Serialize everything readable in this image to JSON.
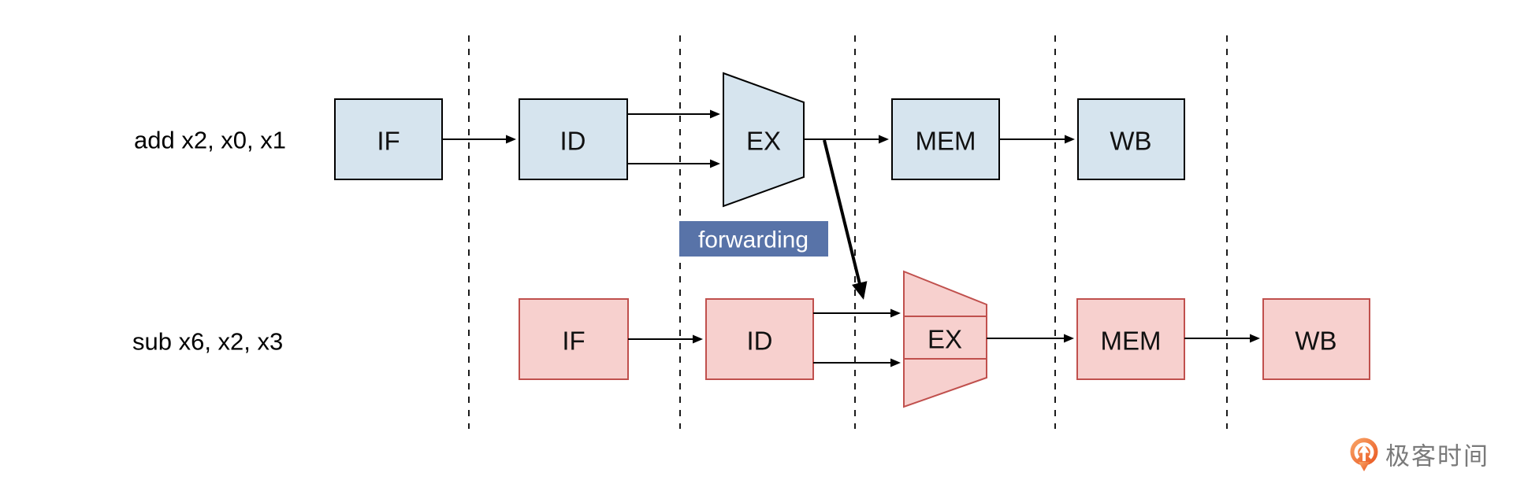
{
  "diagram": {
    "instructions": [
      {
        "label": "add x2, x0, x1",
        "stages": [
          {
            "label": "IF"
          },
          {
            "label": "ID"
          },
          {
            "label": "EX"
          },
          {
            "label": "MEM"
          },
          {
            "label": "WB"
          }
        ],
        "theme": {
          "fill": "#d6e4ee",
          "stroke": "#000000"
        }
      },
      {
        "label": "sub x6, x2, x3",
        "stages": [
          {
            "label": "IF"
          },
          {
            "label": "ID"
          },
          {
            "label": "EX"
          },
          {
            "label": "MEM"
          },
          {
            "label": "WB"
          }
        ],
        "theme": {
          "fill": "#f7d0ce",
          "stroke": "#c0504d"
        }
      }
    ],
    "forwarding_badge": {
      "label": "forwarding",
      "bg": "#5873a8",
      "text_color": "#ffffff"
    },
    "arrow_color": "#000000",
    "divider_color": "#1a1a1a"
  },
  "branding": {
    "logo_text": "极客时间",
    "logo_orange": "#ea5a23",
    "logo_text_color": "#7a7a7a"
  }
}
